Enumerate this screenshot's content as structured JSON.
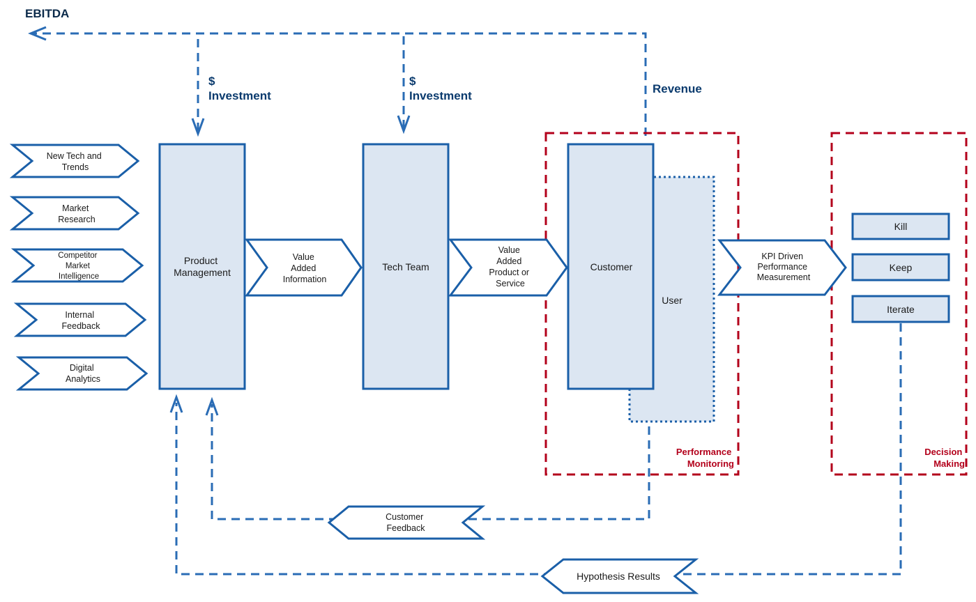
{
  "title": "EBITDA",
  "investment": [
    "$",
    "Investment"
  ],
  "revenue": "Revenue",
  "inputs": [
    [
      "New Tech and",
      "Trends"
    ],
    [
      "Market",
      "Research"
    ],
    [
      "Competitor",
      "Market",
      "Intelligence"
    ],
    [
      "Internal",
      "Feedback"
    ],
    [
      "Digital",
      "Analytics"
    ]
  ],
  "product_management": [
    "Product",
    "Management"
  ],
  "value_added_information": [
    "Value",
    "Added",
    "Information"
  ],
  "tech_team": "Tech Team",
  "value_added_product": [
    "Value",
    "Added",
    "Product  or",
    "Service"
  ],
  "customer": "Customer",
  "user": "User",
  "kpi": [
    "KPI Driven",
    "Performance",
    "Measurement"
  ],
  "decisions": [
    "Kill",
    "Keep",
    "Iterate"
  ],
  "performance_monitoring": [
    "Performance",
    "Monitoring"
  ],
  "decision_making": [
    "Decision",
    "Making"
  ],
  "customer_feedback": [
    "Customer",
    "Feedback"
  ],
  "hypothesis_results": "Hypothesis Results",
  "colors": {
    "box_fill": "#dce6f2",
    "stroke_blue": "#1a5fa8",
    "zone_red": "#b3001b"
  }
}
